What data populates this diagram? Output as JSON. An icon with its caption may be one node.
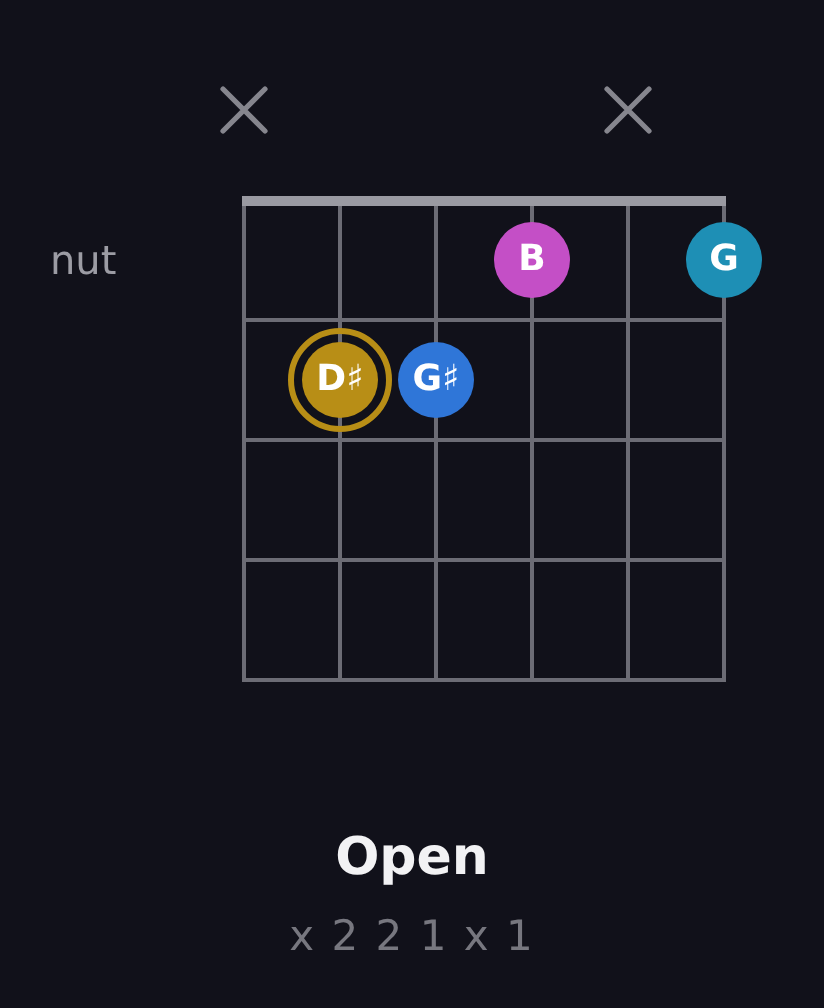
{
  "diagram": {
    "title": "Open",
    "caption": "x 2 2 1 x 1",
    "nodes": [
      {
        "text": [
          "B"
        ]
      },
      {
        "text": [
          "G"
        ]
      },
      {
        "text": [
          "D♯"
        ]
      },
      {
        "text": [
          "G♯"
        ]
      }
    ],
    "labels": [
      "nut"
    ]
  }
}
